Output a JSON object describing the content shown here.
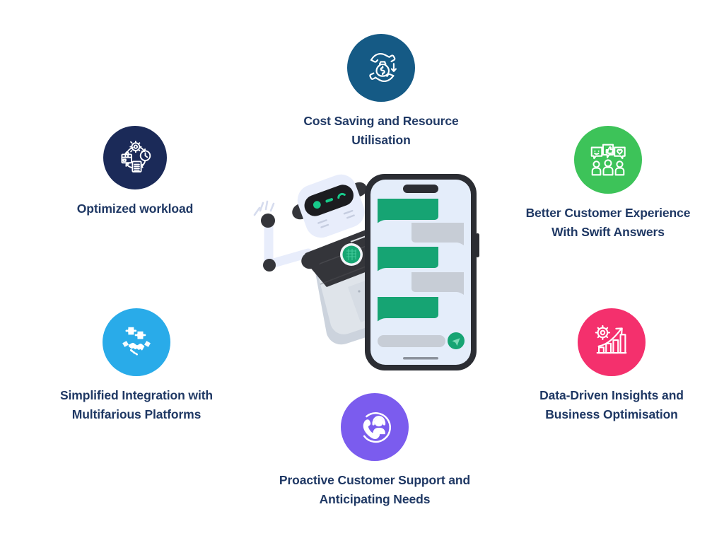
{
  "page": {
    "background": "#ffffff",
    "text_color": "#1f3864"
  },
  "features": [
    {
      "id": "optimized-workload",
      "label": "Optimized workload",
      "icon": "workflow-cycle-icon",
      "color": "#1b2a58"
    },
    {
      "id": "cost-saving",
      "label": "Cost Saving and Resource\nUtilisation",
      "icon": "money-bag-hands-icon",
      "color": "#155a85"
    },
    {
      "id": "better-customer-experience",
      "label": "Better Customer Experience\nWith Swift Answers",
      "icon": "customer-feedback-icon",
      "color": "#3dc359"
    },
    {
      "id": "simplified-integration",
      "label": "Simplified Integration with\nMultifarious Platforms",
      "icon": "puzzle-handshake-icon",
      "color": "#29abe9"
    },
    {
      "id": "proactive-support",
      "label": "Proactive Customer Support and\nAnticipating Needs",
      "icon": "support-headset-call-icon",
      "color": "#7b5cee"
    },
    {
      "id": "data-driven-insights",
      "label": "Data-Driven Insights and\nBusiness Optimisation",
      "icon": "growth-chart-gear-icon",
      "color": "#f4306d"
    }
  ],
  "illustration": {
    "name": "chatbot-robot-with-smartphone",
    "robot": {
      "body_color": "#e8edfb",
      "panel_color": "#34353a",
      "joint_color": "#34353a",
      "accent_color": "#17a673",
      "eye_color": "#17c98a"
    },
    "phone": {
      "frame_color": "#2b2d33",
      "screen_color": "#e4edfa",
      "notch": "dynamic-island",
      "home_indicator": true,
      "messages": [
        {
          "side": "outgoing",
          "color": "#16a473"
        },
        {
          "side": "incoming",
          "color": "#c7cdd6"
        },
        {
          "side": "outgoing",
          "color": "#16a473"
        },
        {
          "side": "incoming",
          "color": "#c7cdd6"
        },
        {
          "side": "outgoing",
          "color": "#16a473"
        }
      ],
      "input_bar": {
        "field_color": "#c7cdd6",
        "send_button_color": "#16a473",
        "send_icon": "send-paper-plane-icon"
      }
    }
  }
}
